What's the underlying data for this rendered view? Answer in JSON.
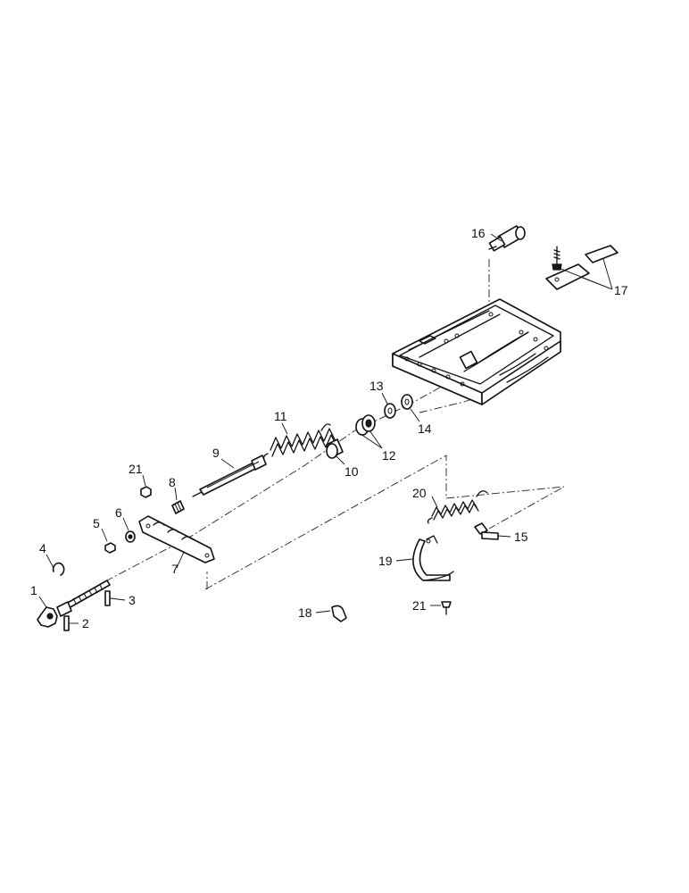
{
  "diagram": {
    "type": "exploded-parts-view",
    "callouts": {
      "c1": "1",
      "c2": "2",
      "c3": "3",
      "c4": "4",
      "c5": "5",
      "c6": "6",
      "c7": "7",
      "c8": "8",
      "c9": "9",
      "c10": "10",
      "c11": "11",
      "c12": "12",
      "c13": "13",
      "c14": "14",
      "c15": "15",
      "c16": "16",
      "c17": "17",
      "c18": "18",
      "c19": "19",
      "c20": "20",
      "c21a": "21",
      "c21b": "21"
    },
    "colors": {
      "line": "#111111",
      "background": "#ffffff"
    }
  }
}
